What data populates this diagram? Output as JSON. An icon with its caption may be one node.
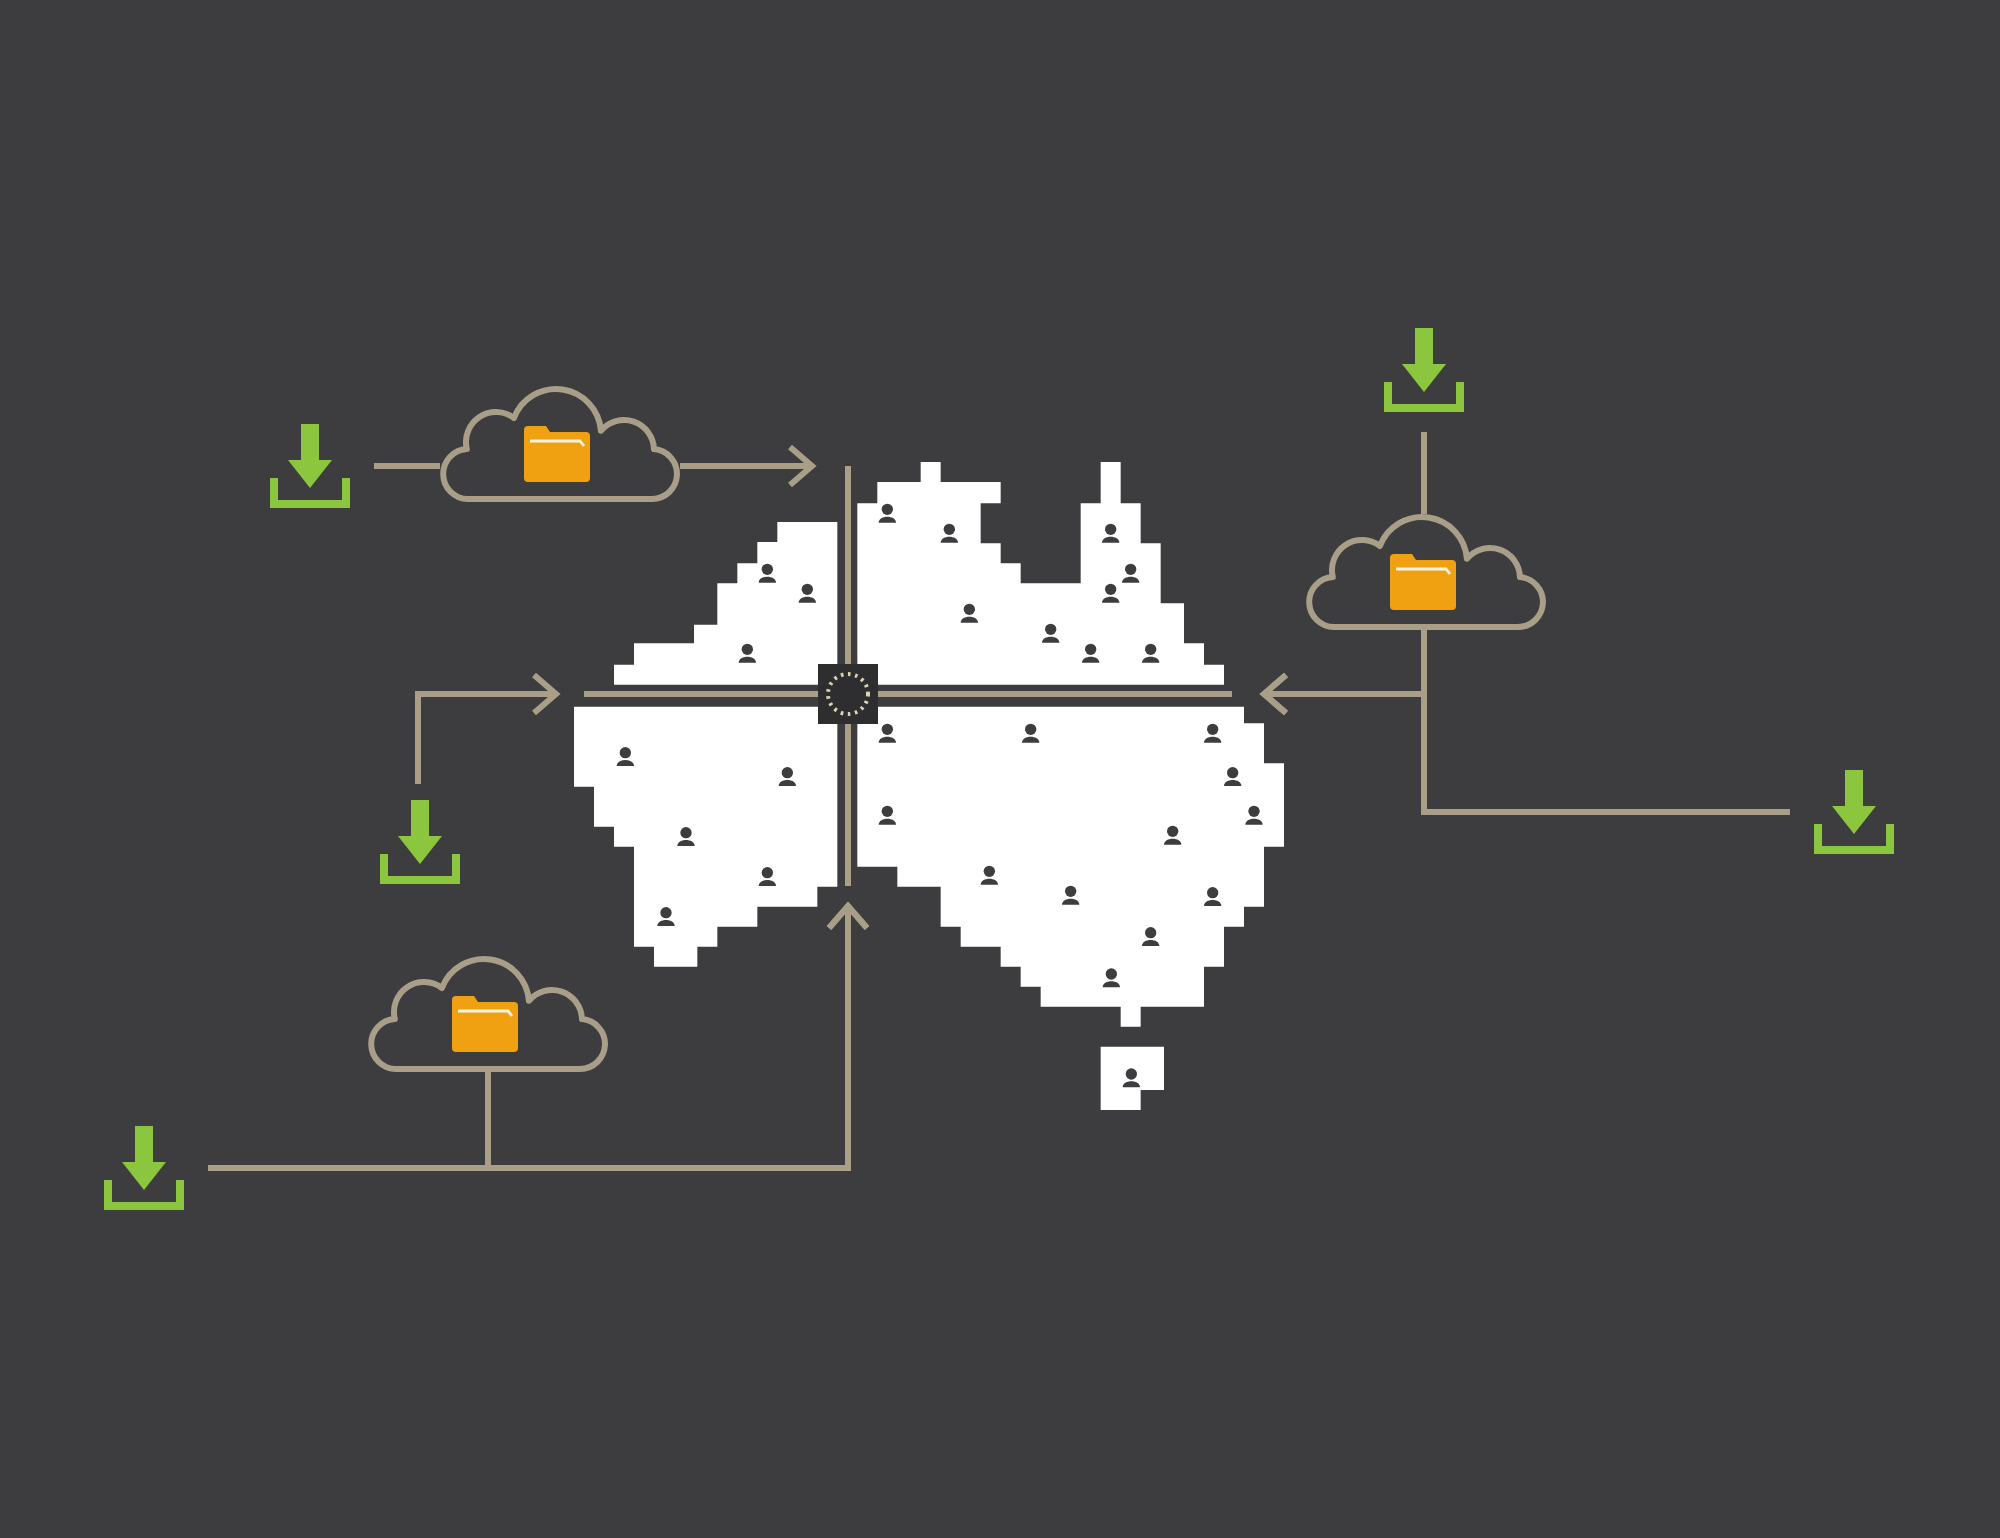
{
  "diagram": {
    "nodes": [
      {
        "text": [],
        "shape": "picture"
      },
      {
        "text": [],
        "shape": "cloud"
      },
      {
        "text": [],
        "shape": "picture"
      },
      {
        "text": [],
        "shape": "cloud"
      },
      {
        "text": [],
        "shape": "cross"
      },
      {
        "text": [],
        "shape": "picture"
      },
      {
        "text": [],
        "shape": "picture"
      },
      {
        "text": [],
        "shape": "cloud"
      },
      {
        "text": [],
        "shape": "picture"
      }
    ],
    "edges": [
      {
        "from": 0,
        "to": 1,
        "arrow": "none"
      },
      {
        "from": 1,
        "to": 4,
        "arrow": "to"
      },
      {
        "from": 2,
        "to": 3,
        "arrow": "none"
      },
      {
        "from": 3,
        "to": 4,
        "arrow": "to"
      },
      {
        "from": 5,
        "to": 4,
        "arrow": "to"
      },
      {
        "from": 6,
        "to": 4,
        "arrow": "to"
      },
      {
        "from": 8,
        "to": 4,
        "arrow": "to"
      },
      {
        "from": 7,
        "to": 4,
        "arrow": "to"
      }
    ]
  }
}
